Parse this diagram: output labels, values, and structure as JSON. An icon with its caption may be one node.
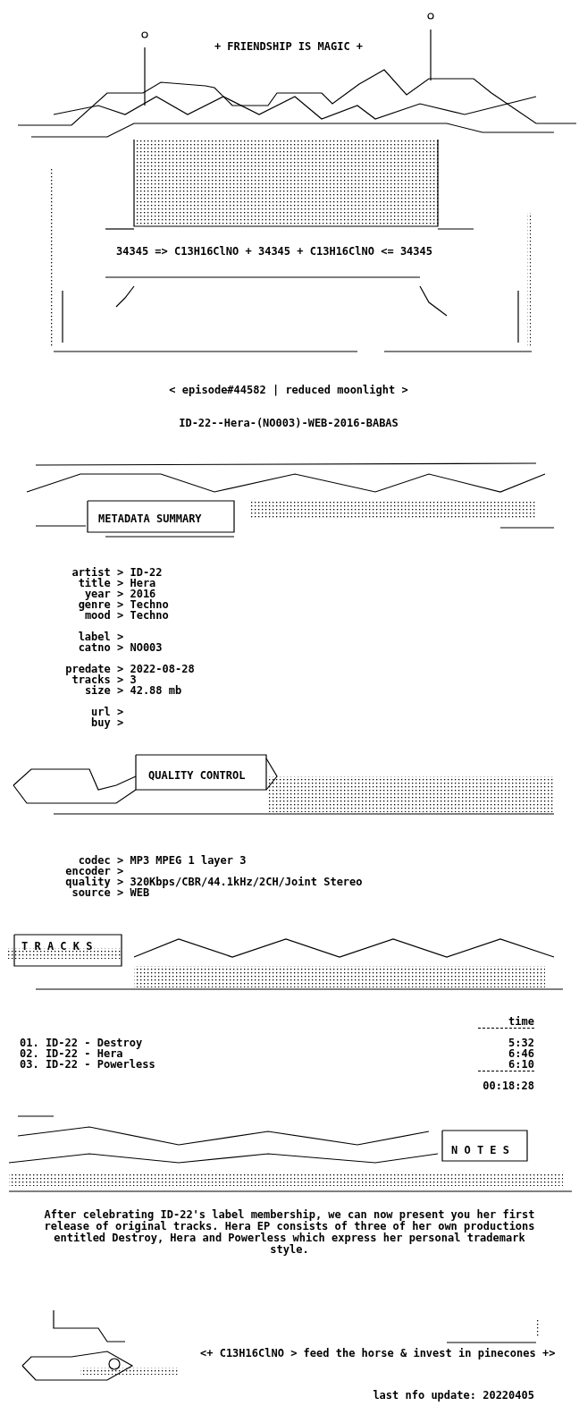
{
  "diagram": {
    "labels": [
      "+ FRIENDSHIP IS MAGIC +",
      "34345 => C13H16ClNO + 34345 + C13H16ClNO <= 34345",
      "< episode#44582 | reduced moonlight >",
      "ID-22--Hera-(NO003)-WEB-2016-BABAS",
      "METADATA SUMMARY",
      "artist > ID-22",
      "title > Hera",
      "year > 2016",
      "genre > Techno",
      "mood > Techno",
      "label >",
      "catno > NO003",
      "predate > 2022-08-28",
      "tracks > 3",
      "size > 42.88 mb",
      "url >",
      "buy >",
      "QUALITY CONTROL",
      "codec > MP3 MPEG 1 layer 3",
      "encoder >",
      "quality > 320Kbps/CBR/44.1kHz/2CH/Joint Stereo",
      "source > WEB",
      "T R A C K S",
      "time",
      "01. ID-22 - Destroy",
      "5:32",
      "02. ID-22 - Hera",
      "6:46",
      "03. ID-22 - Powerless",
      "6:10",
      "00:18:28",
      "N O T E S",
      "After celebrating ID-22's label membership, we can now present you her first release of original tracks. Hera EP consists of three of her own productions entitled Destroy, Hera and Powerless which express her personal trademark style.",
      "<+ C13H16ClNO > feed the horse & invest in pinecones +>",
      "last nfo update: 20220405"
    ]
  }
}
